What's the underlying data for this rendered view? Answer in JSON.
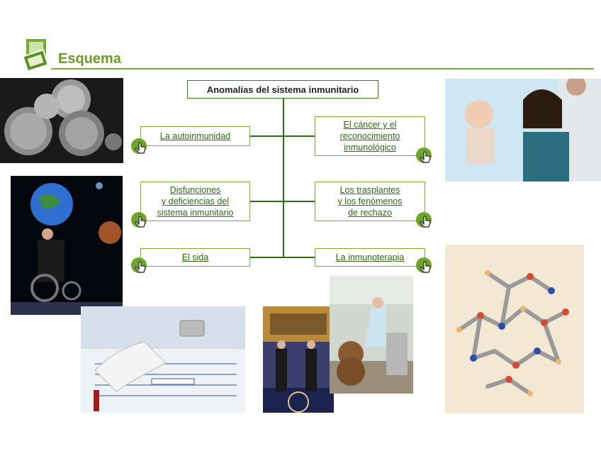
{
  "header": {
    "title": "Esquema"
  },
  "diagram": {
    "root": "Anomalías del sistema inmunitario",
    "nodes": {
      "autoinmunidad": "La autoinmunidad",
      "disfunciones_1": "Disfunciones",
      "disfunciones_2": "y deficiencias del",
      "disfunciones_3": "sistema inmunitario",
      "sida": "El sida",
      "cancer_1": "El cáncer y el",
      "cancer_2": "reconocimiento",
      "cancer_3": "inmunológico",
      "trasplantes_1": "Los trasplantes",
      "trasplantes_2": "y los fenómenos",
      "trasplantes_3": "de rechazo",
      "inmunoterapia": "La inmunoterapia"
    }
  },
  "icons": {
    "hand": "hand-pointer-icon",
    "logo": "schema-logo-icon"
  },
  "colors": {
    "accent": "#7aab33",
    "title": "#6a9a2a",
    "link": "#2c6a13",
    "connector": "#2e6e1a"
  }
}
